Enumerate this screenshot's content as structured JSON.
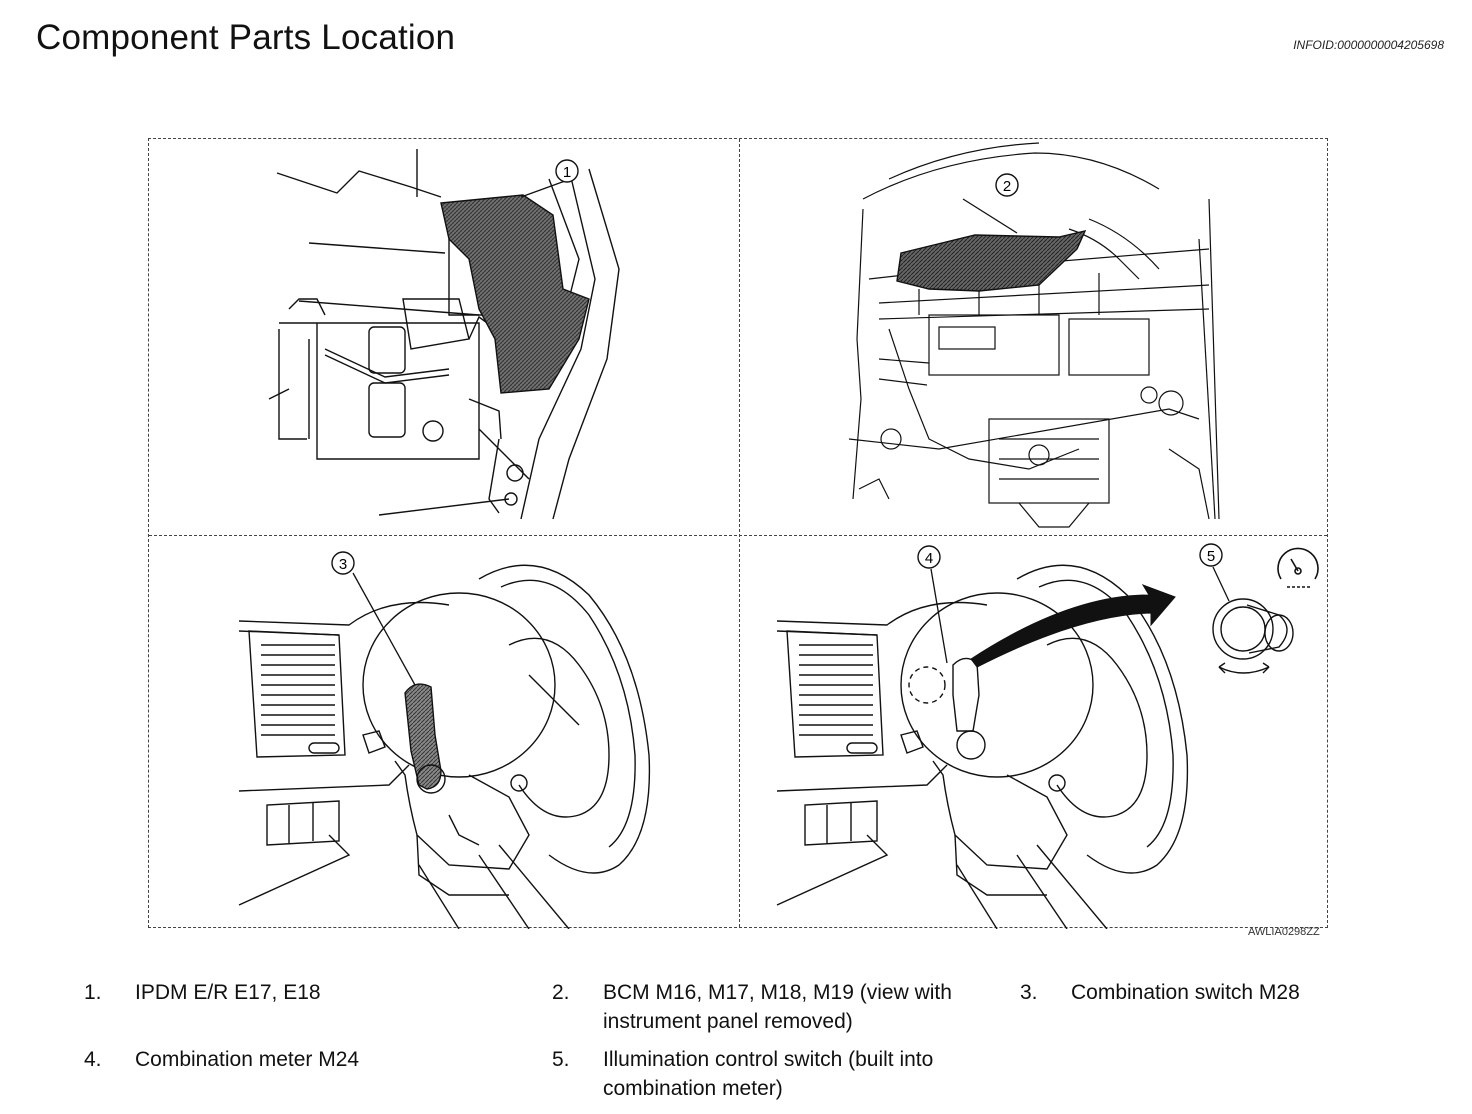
{
  "header": {
    "title": "Component Parts Location",
    "info_id": "INFOID:0000000004205698"
  },
  "figure": {
    "code": "AWLIA0298ZZ",
    "callouts": [
      "1",
      "2",
      "3",
      "4",
      "5"
    ]
  },
  "legend": [
    {
      "number": "1.",
      "text": "IPDM E/R E17, E18"
    },
    {
      "number": "2.",
      "text": "BCM M16, M17, M18, M19 (view with instrument panel removed)"
    },
    {
      "number": "3.",
      "text": "Combination switch M28"
    },
    {
      "number": "4.",
      "text": "Combination meter M24"
    },
    {
      "number": "5.",
      "text": "Illumination control switch (built into combination meter)"
    }
  ]
}
